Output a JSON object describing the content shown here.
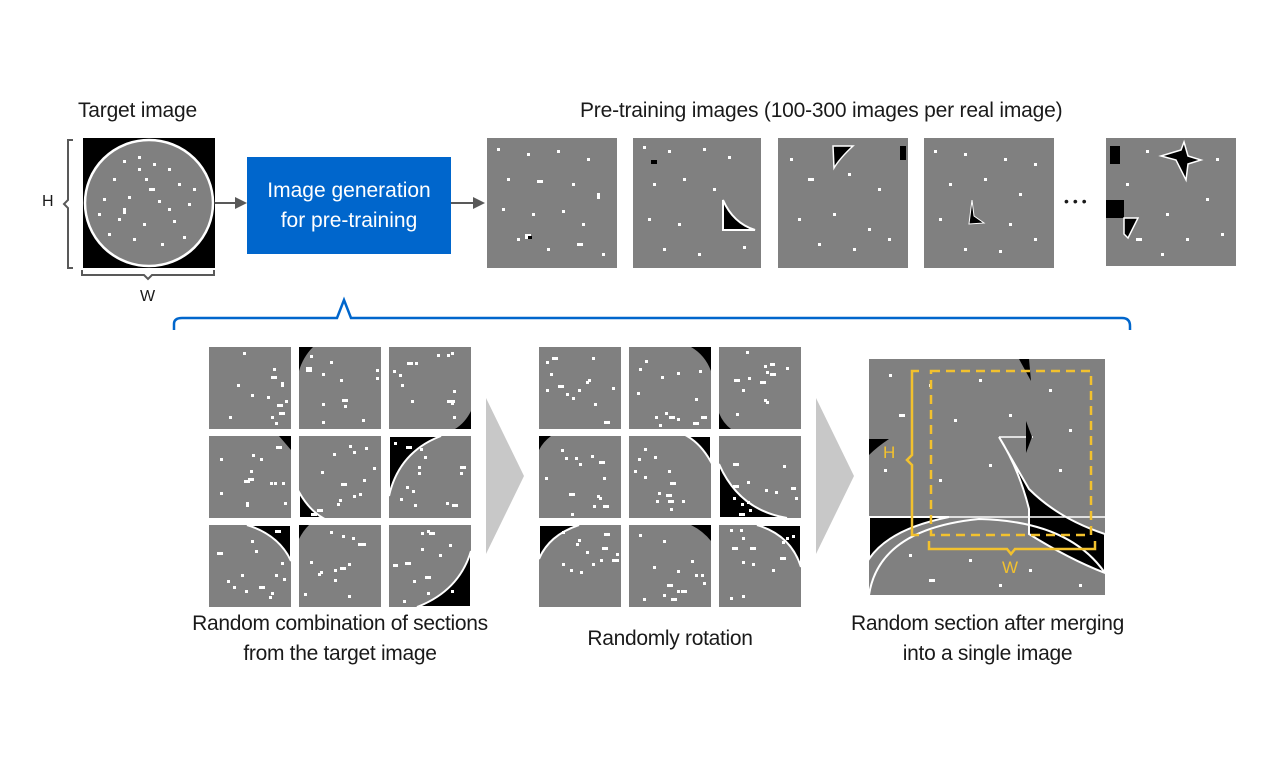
{
  "colors": {
    "accent_blue": "#0066cc",
    "tile_gray": "#808080",
    "dot_white": "#ffffff",
    "mask_black": "#000000",
    "arrow_gray": "#595959",
    "chevron_gray": "#c8c8c8",
    "annotation_yellow": "#f2c12e"
  },
  "top_row": {
    "target_label": "Target image",
    "height_label": "H",
    "width_label": "W",
    "generation_box": {
      "line1": "Image generation",
      "line2": "for pre-training"
    },
    "pretraining_label": "Pre-training images (100-300 images per real image)",
    "ellipsis": "•••",
    "pretraining_image_count_shown": 5
  },
  "bottom_row": {
    "steps": [
      {
        "caption_line1": "Random combination of sections",
        "caption_line2": "from the target image"
      },
      {
        "caption_line1": "Randomly rotation",
        "caption_line2": ""
      },
      {
        "caption_line1": "Random section after merging",
        "caption_line2": "into a single image"
      }
    ],
    "crop_height_label": "H",
    "crop_width_label": "W"
  }
}
